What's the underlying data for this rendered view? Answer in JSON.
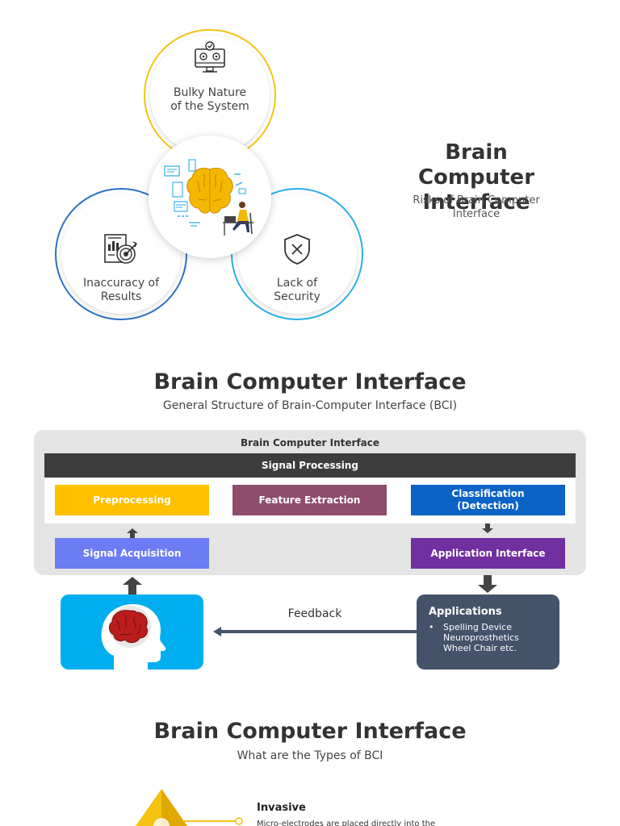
{
  "risks": {
    "title": "Brain Computer Interface",
    "subtitle": "Risks of Brain Computer Interface",
    "items": [
      {
        "label": "Bulky Nature\nof the System",
        "icon": "computer-settings-icon",
        "color": "#f5c211"
      },
      {
        "label": "Inaccuracy of\nResults",
        "icon": "chart-target-icon",
        "color": "#2a6fc4"
      },
      {
        "label": "Lack of\nSecurity",
        "icon": "shield-x-icon",
        "color": "#29aee6"
      }
    ],
    "center_icon": "brain-computer-user-illustration"
  },
  "structure": {
    "title": "Brain Computer Interface",
    "subtitle": "General Structure of Brain-Computer Interface (BCI)",
    "panel_title": "Brain Computer Interface",
    "signal_processing": "Signal Processing",
    "preprocessing": "Preprocessing",
    "feature_extraction": "Feature Extraction",
    "classification": "Classification\n(Detection)",
    "signal_acquisition": "Signal Acquisition",
    "application_interface": "Application Interface",
    "feedback": "Feedback",
    "applications": {
      "title": "Applications",
      "items": [
        "Spelling Device",
        "Neuroprosthetics",
        "Wheel Chair etc."
      ]
    },
    "colors": {
      "preprocessing": "#ffc000",
      "feature_extraction": "#8e4d6e",
      "classification": "#0b63c5",
      "signal_acquisition": "#6c7cf3",
      "application_interface": "#7030a0",
      "head_box": "#00aeef",
      "applications_box": "#44536a"
    }
  },
  "types": {
    "title": "Brain Computer Interface",
    "subtitle": "What are the Types of BCI",
    "items": [
      {
        "label": "Invasive",
        "description": "Micro-electrodes are placed directly into the",
        "color": "#f5c211"
      }
    ]
  }
}
